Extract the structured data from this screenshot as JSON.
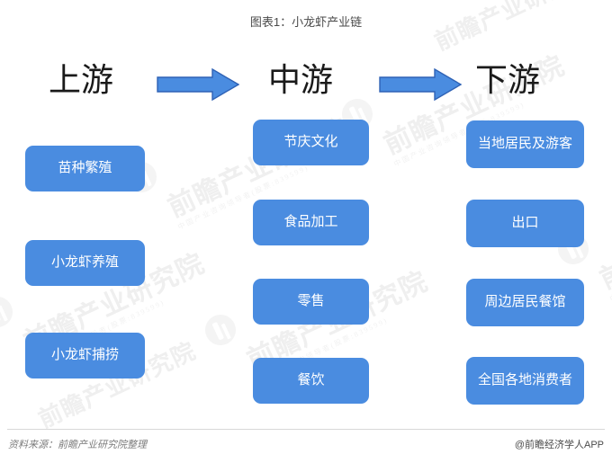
{
  "title": "图表1：小龙虾产业链",
  "watermark": {
    "text": "前瞻产业研究院",
    "subtext": "中国产业咨询领导者(股票:839599)"
  },
  "colors": {
    "node_fill": "#4a8ce0",
    "node_text": "#ffffff",
    "arrow_fill": "#4a8ce0",
    "arrow_stroke": "#2f62b5",
    "title_text": "#4a4a4a",
    "heading_text": "#1a1a1a"
  },
  "stages": [
    {
      "id": "upstream",
      "heading": "上游",
      "nodes": [
        {
          "label": "苗种繁殖"
        },
        {
          "label": "小龙虾养殖"
        },
        {
          "label": "小龙虾捕捞"
        }
      ]
    },
    {
      "id": "midstream",
      "heading": "中游",
      "nodes": [
        {
          "label": "节庆文化"
        },
        {
          "label": "食品加工"
        },
        {
          "label": "零售"
        },
        {
          "label": "餐饮"
        }
      ]
    },
    {
      "id": "downstream",
      "heading": "下游",
      "nodes": [
        {
          "label": "当地居民及游客"
        },
        {
          "label": "出口"
        },
        {
          "label": "周边居民餐馆"
        },
        {
          "label": "全国各地消费者"
        }
      ]
    }
  ],
  "arrows": [
    {
      "id": "arrow-upstream-to-midstream",
      "direction": "right"
    },
    {
      "id": "arrow-midstream-to-downstream",
      "direction": "right"
    }
  ],
  "footer": {
    "source": "资料来源：前瞻产业研究院整理",
    "brand": "@前瞻经济学人APP"
  }
}
